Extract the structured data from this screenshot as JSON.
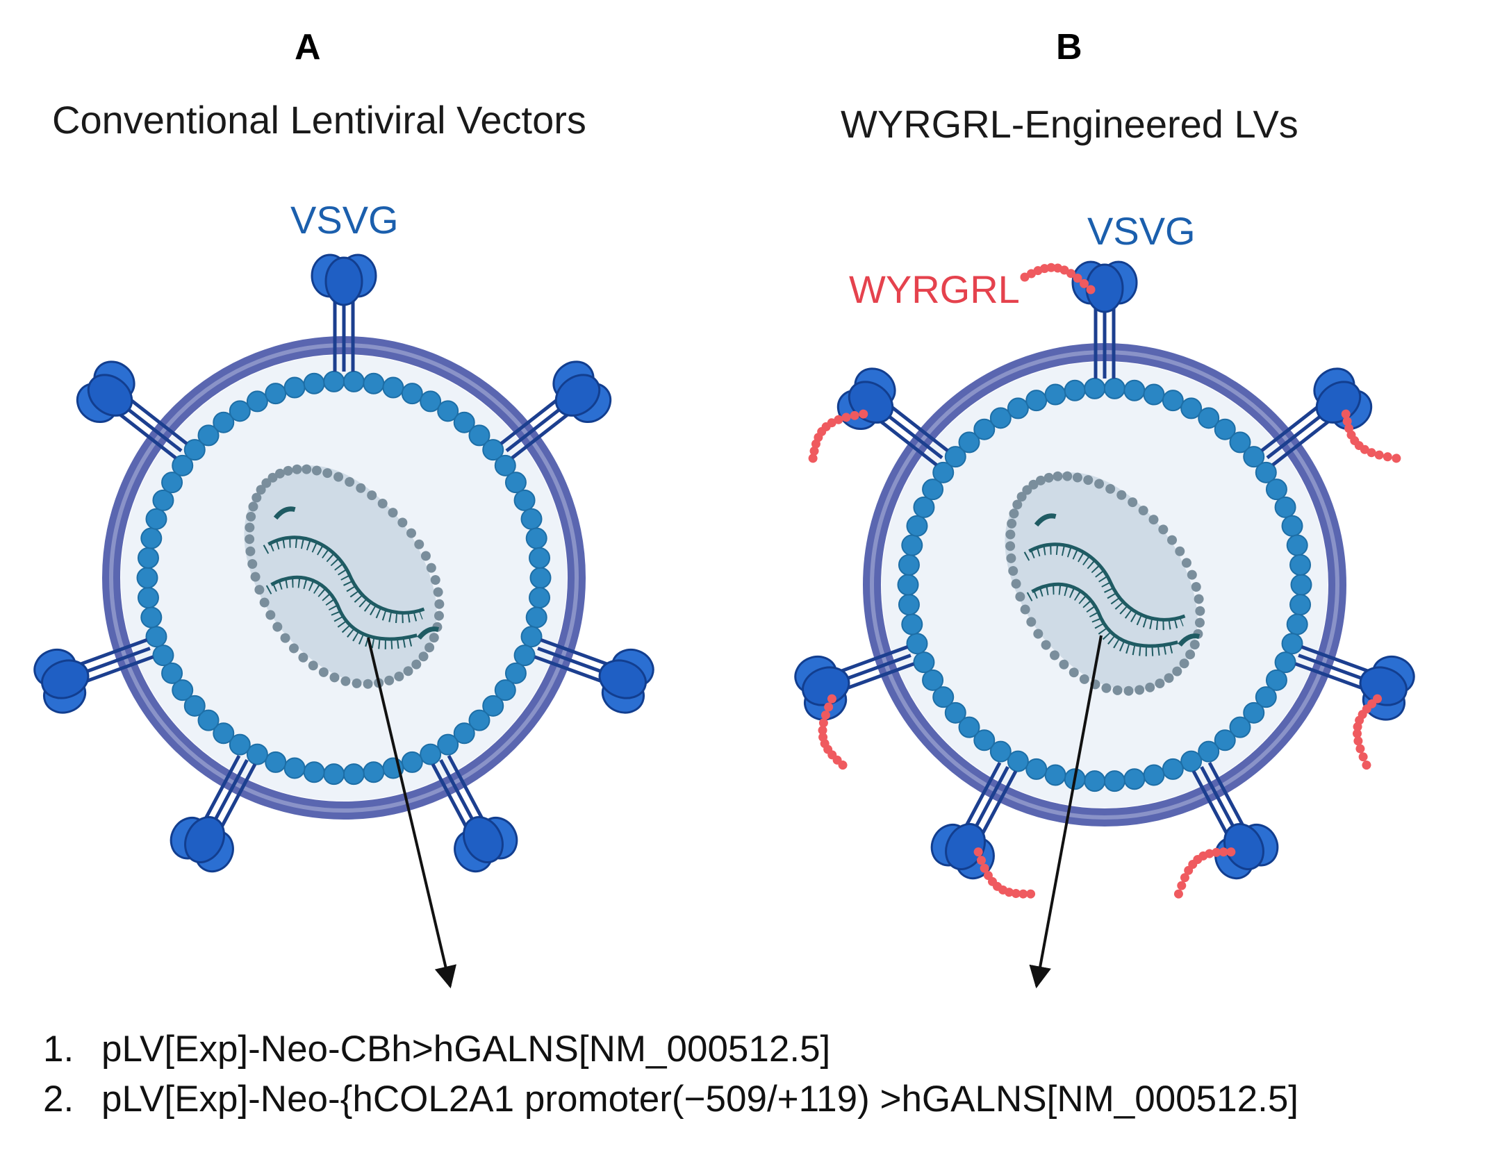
{
  "panels": [
    {
      "letter": "A",
      "title": "Conventional Lentiviral Vectors",
      "glycoprotein_label": "VSVG"
    },
    {
      "letter": "B",
      "title": "WYRGRL-Engineered LVs",
      "glycoprotein_label": "VSVG",
      "peptide_label": "WYRGRL"
    }
  ],
  "constructs": [
    {
      "number": "1.",
      "text": "pLV[Exp]-Neo-CBh>hGALNS[NM_000512.5]"
    },
    {
      "number": "2.",
      "text": "pLV[Exp]-Neo-{hCOL2A1 promoter(−509/+119) >hGALNS[NM_000512.5]"
    }
  ],
  "colors": {
    "envelope": "#5a66b0",
    "matrix_beads": "#2a86c4",
    "glycoprotein": "#1f5fc4",
    "peptide": "#ef5a5f",
    "capsid": "#7a8e9c",
    "rna": "#1f5b63",
    "vsvg_label": "#1b5fad",
    "wyrgrl_label": "#e5424d"
  }
}
